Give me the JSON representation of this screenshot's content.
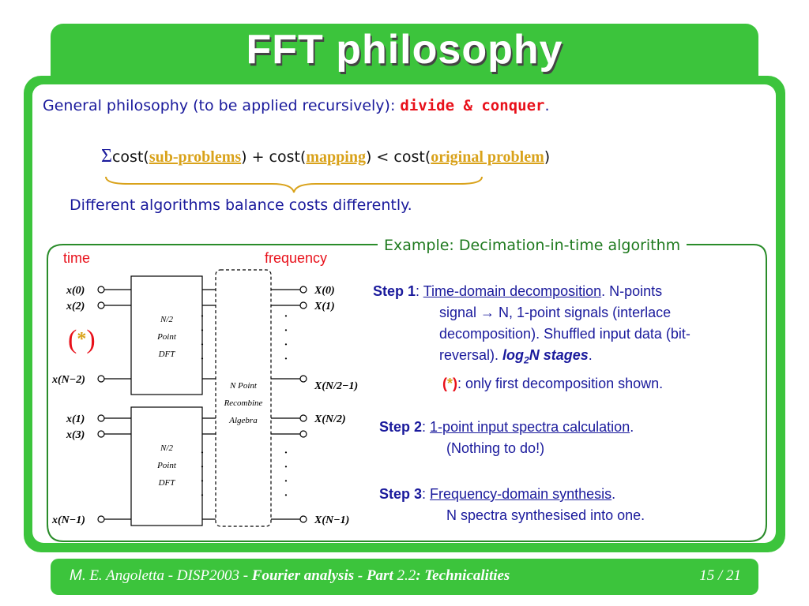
{
  "slide": {
    "title": "FFT philosophy",
    "intro_prefix": "General philosophy (to be applied recursively): ",
    "intro_highlight": "divide & conquer",
    "intro_suffix": ".",
    "formula": {
      "sigma": "Σ",
      "cost_open": "cost(",
      "sub_problems": "sub-problems",
      "plus_cost": ") + cost(",
      "mapping": "mapping",
      "less_cost": ") < cost(",
      "original_problem": "original problem",
      "close": ")"
    },
    "balance_text": "Different algorithms balance costs differently.",
    "example_label": "Example: Decimation-in-time algorithm"
  },
  "diagram": {
    "time_label": "time",
    "frequency_label": "frequency",
    "inputs_top": [
      "x(0)",
      "x(2)",
      "x(N−2)"
    ],
    "inputs_bottom": [
      "x(1)",
      "x(3)",
      "x(N−1)"
    ],
    "outputs_top": [
      "X(0)",
      "X(1)",
      "X(N/2−1)"
    ],
    "outputs_bottom": [
      "X(N/2)",
      "X(N−1)"
    ],
    "dft_block": [
      "N/2",
      "Point",
      "DFT"
    ],
    "recombine_block": [
      "N Point",
      "Recombine",
      "Algebra"
    ],
    "star_open": "(",
    "star": "*",
    "star_close": ")",
    "dots": "·"
  },
  "steps": {
    "step1_head": "Step 1",
    "step1_colon": ": ",
    "step1_topic": "Time-domain decomposition",
    "step1_line1_rest": ". N-points",
    "step1_line2": "signal → N, 1-point signals (interlace",
    "step1_line3": "decomposition). Shuffled input data (bit-",
    "step1_line4_a": "reversal). ",
    "step1_log": "log",
    "step1_sub": "2",
    "step1_stages": "N stages",
    "step1_end": ".",
    "note_mark_open": "(",
    "note_mark_star": "*",
    "note_mark_close": ")",
    "note_text": ": only first decomposition shown.",
    "step2_head": "Step 2",
    "step2_colon": ": ",
    "step2_topic": "1-point input spectra calculation",
    "step2_end": ".",
    "step2_line2": "(Nothing to do!)",
    "step3_head": "Step 3",
    "step3_colon": ": ",
    "step3_topic": "Frequency-domain synthesis",
    "step3_end": ".",
    "step3_line2": "N spectra synthesised into one."
  },
  "footer": {
    "author_initial": "M",
    "author_rest": ". E. Angoletta  -  DISP2003  -   ",
    "course": "Fourier analysis - Part ",
    "part": "2.2",
    "sep": ":  ",
    "topic": "Technicalities",
    "page": "15 / 21"
  },
  "colors": {
    "green": "#3cc43c",
    "navy": "#1a1a9c",
    "red": "#e8101a",
    "gold": "#d9a21a"
  }
}
